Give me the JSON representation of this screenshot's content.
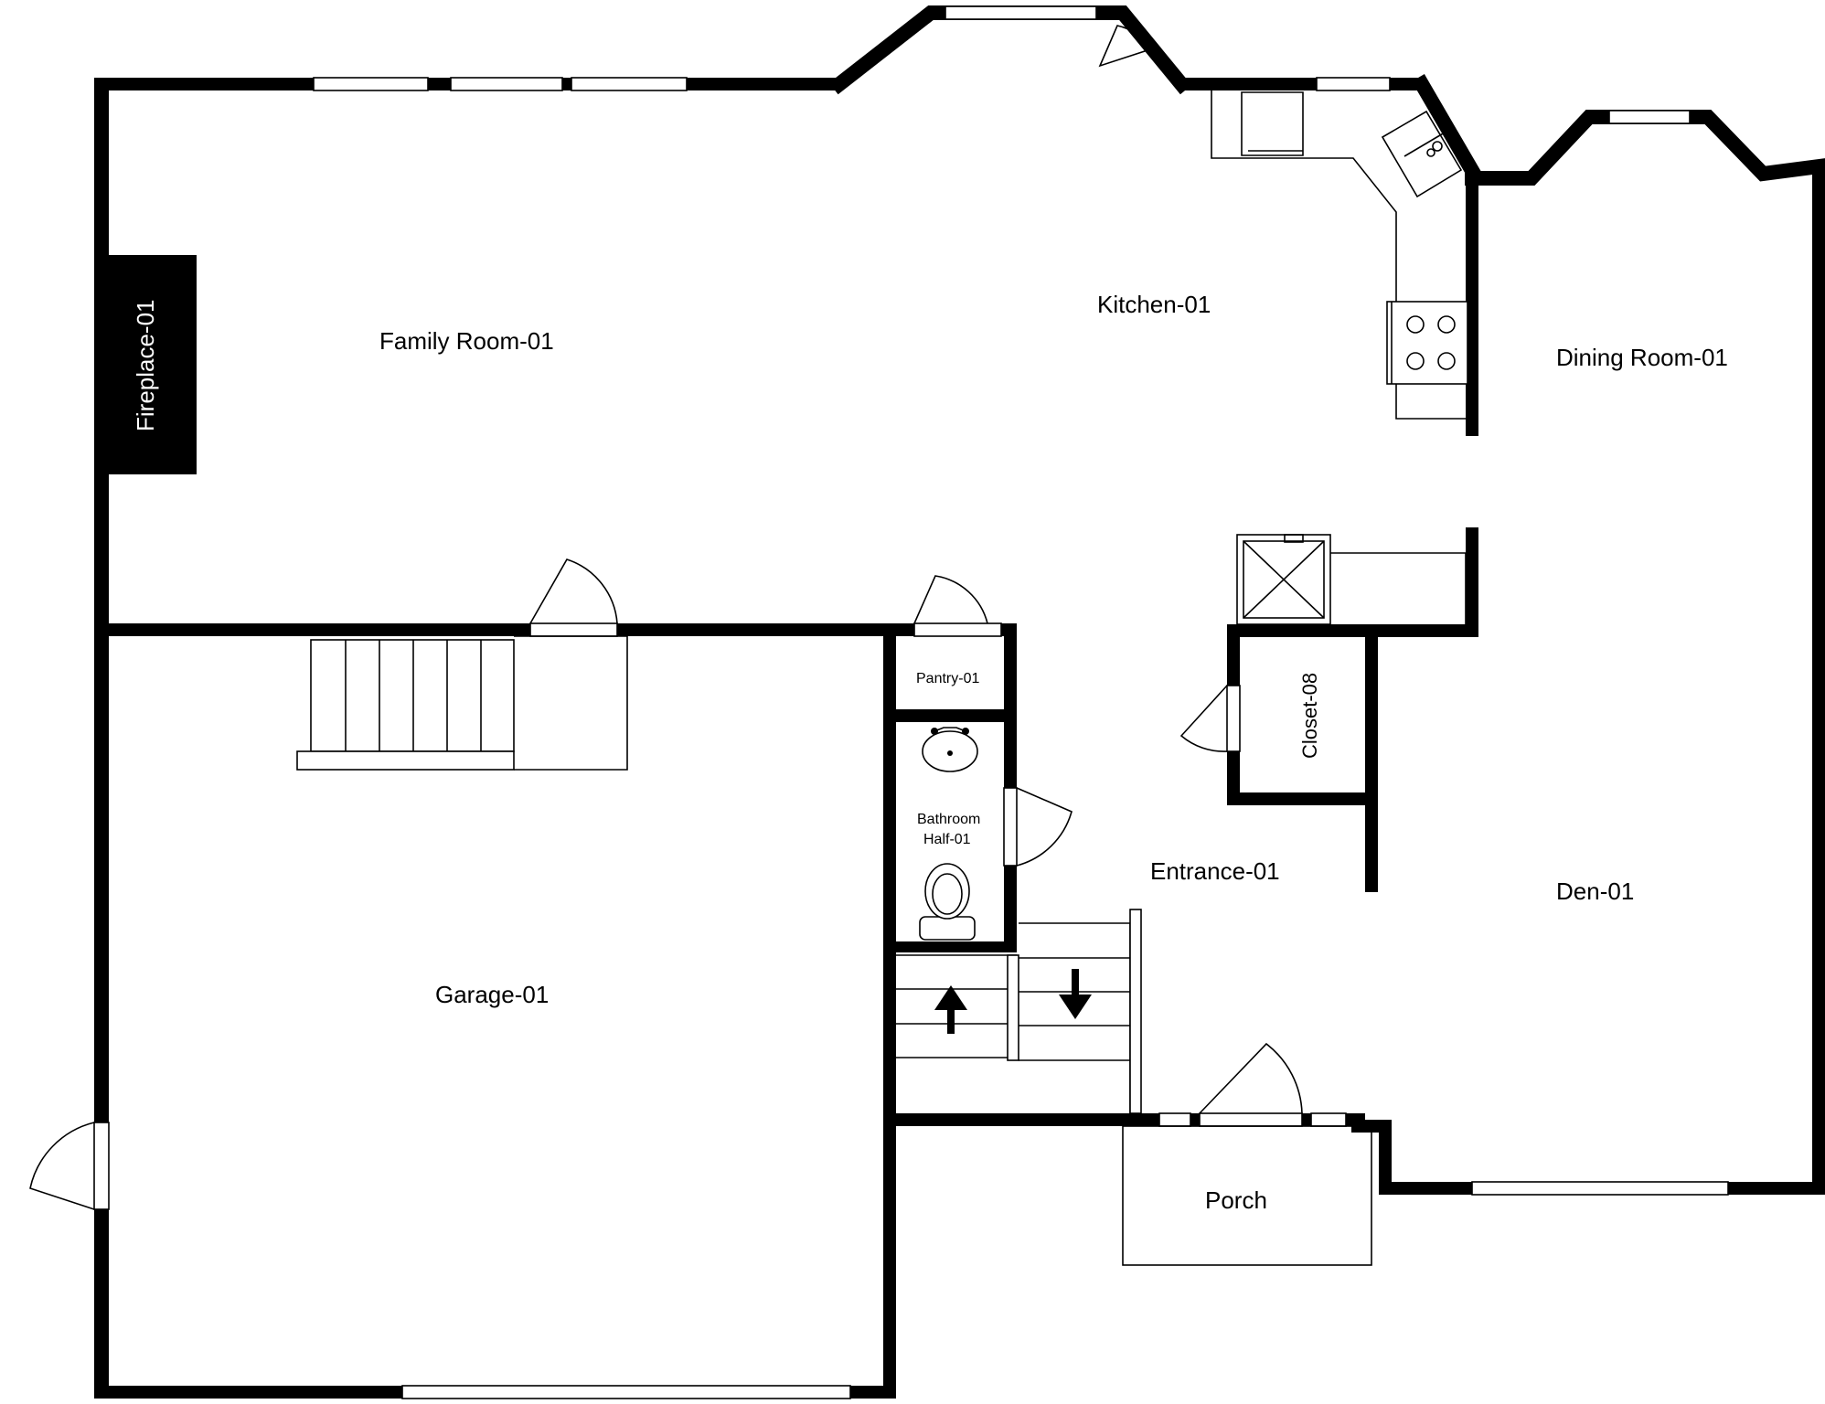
{
  "plan": {
    "rooms": {
      "family_room": "Family Room-01",
      "kitchen": "Kitchen-01",
      "dining_room": "Dining Room-01",
      "fireplace": "Fireplace-01",
      "pantry": "Pantry-01",
      "closet": "Closet-08",
      "bathroom_line1": "Bathroom",
      "bathroom_line2": "Half-01",
      "entrance": "Entrance-01",
      "den": "Den-01",
      "garage": "Garage-01",
      "porch": "Porch"
    }
  }
}
